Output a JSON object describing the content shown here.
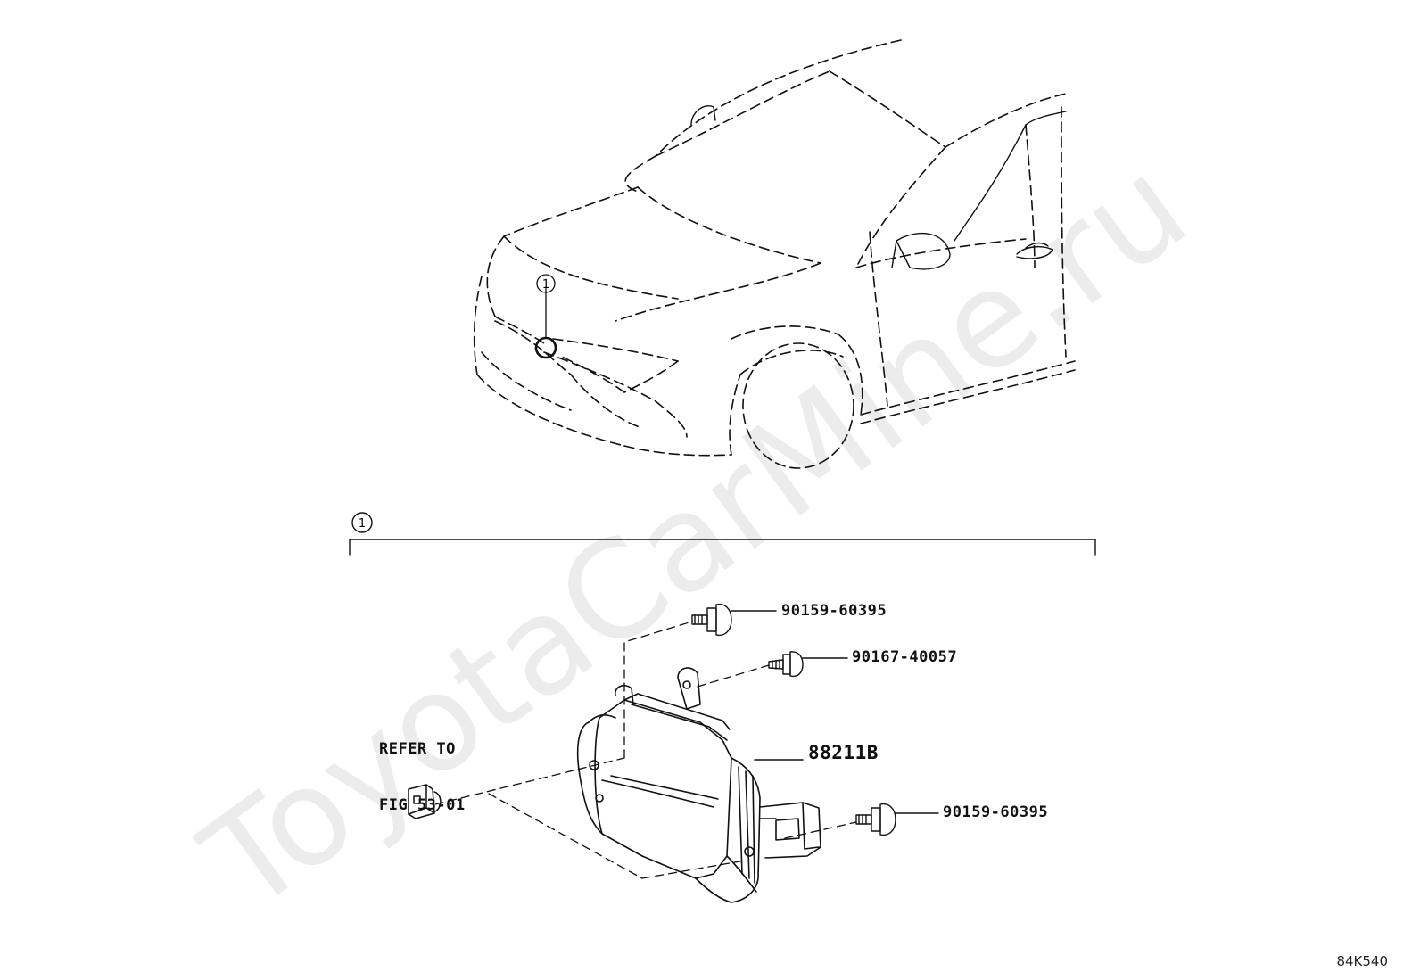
{
  "watermark": "ToyotaCarMine.ru",
  "callout_number": "1",
  "section_number": "1",
  "parts": [
    {
      "id": "part-90159-60395-top",
      "label": "90159-60395"
    },
    {
      "id": "part-90167-40057",
      "label": "90167-40057"
    },
    {
      "id": "part-88211B",
      "label": "88211B"
    },
    {
      "id": "part-90159-60395-bottom",
      "label": "90159-60395"
    }
  ],
  "reference": {
    "line1": "REFER TO",
    "line2": "FIG 53-01"
  },
  "figure_code": "84K540"
}
